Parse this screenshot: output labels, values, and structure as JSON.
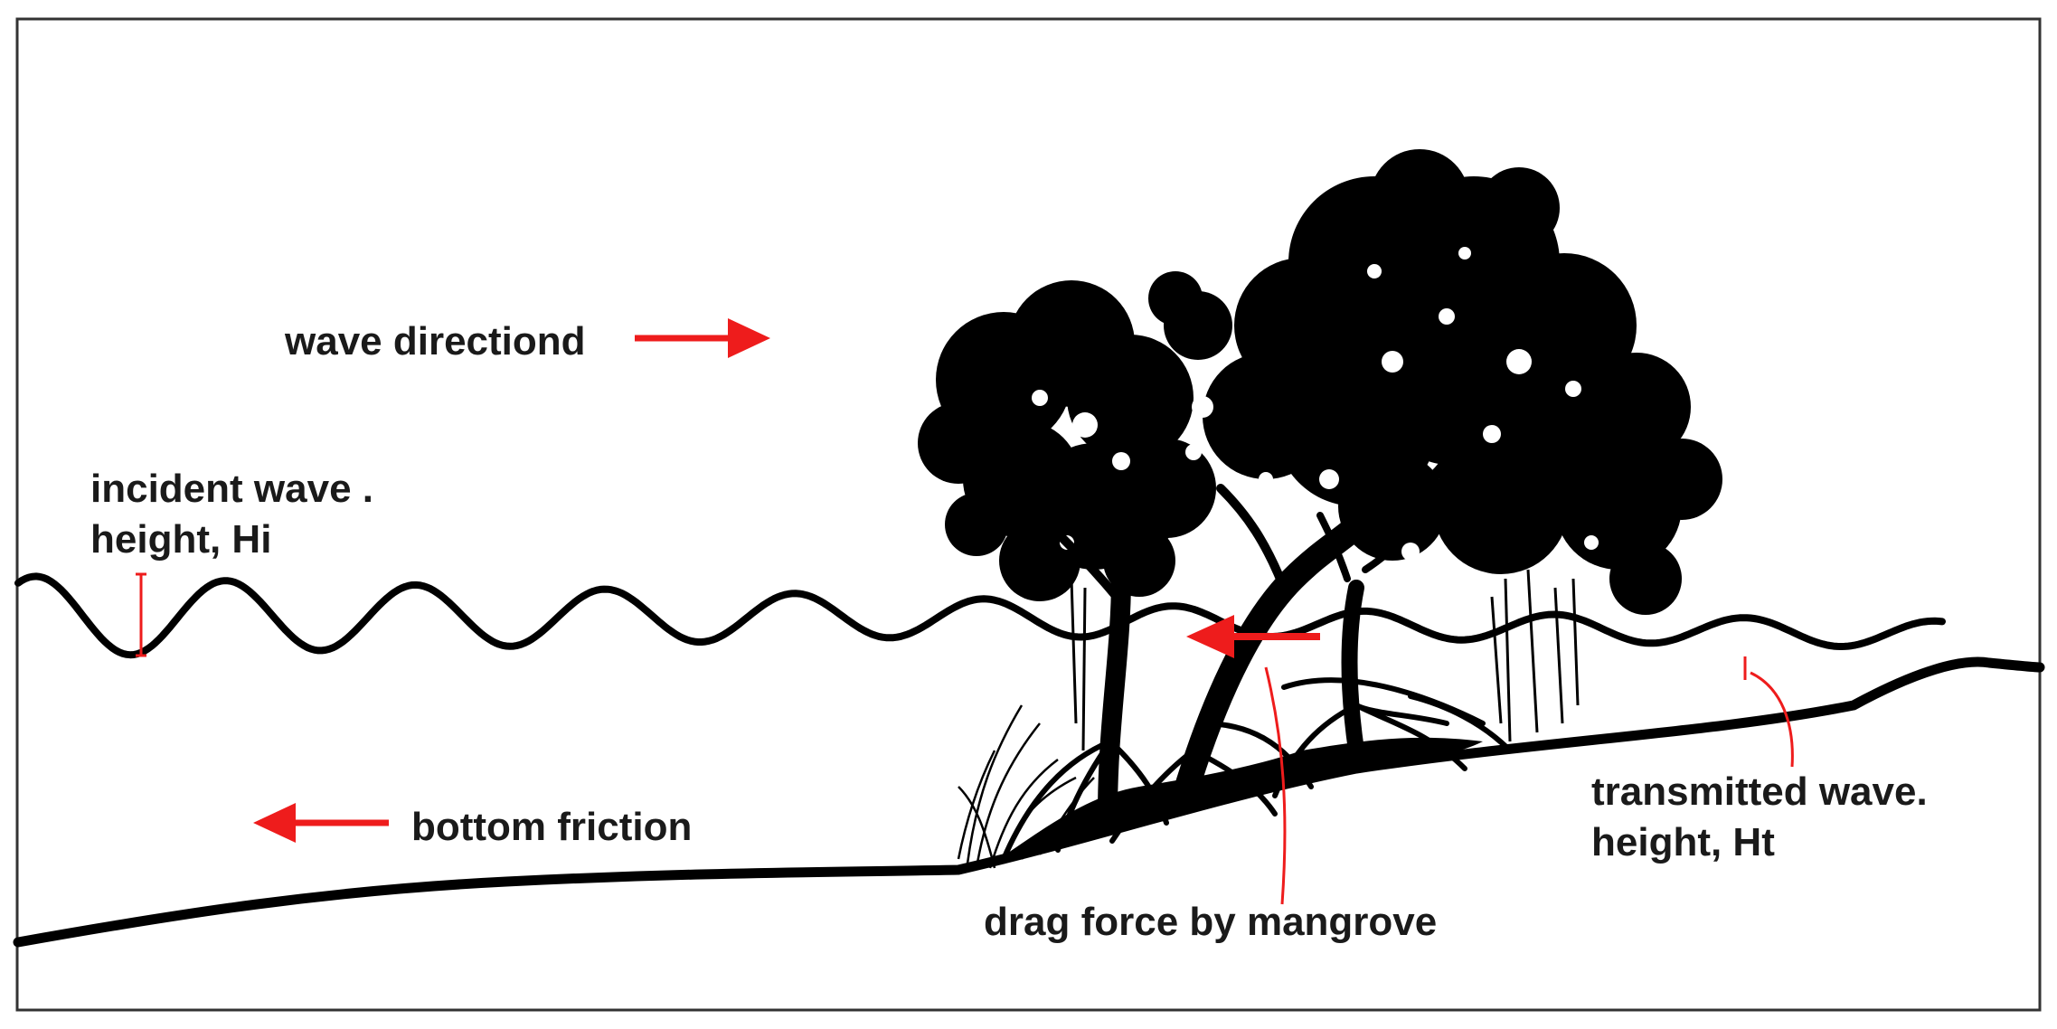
{
  "labels": {
    "wave_direction": "wave directiond",
    "incident_line1": "incident wave .",
    "incident_line2": "height, Hi",
    "bottom_friction": "bottom friction",
    "transmitted_line1": "transmitted wave.",
    "transmitted_line2": "height, Ht",
    "drag_force": "drag force by mangrove"
  },
  "colors": {
    "arrow": "#ee1c1c",
    "ink": "#000000",
    "frame": "#333333"
  }
}
